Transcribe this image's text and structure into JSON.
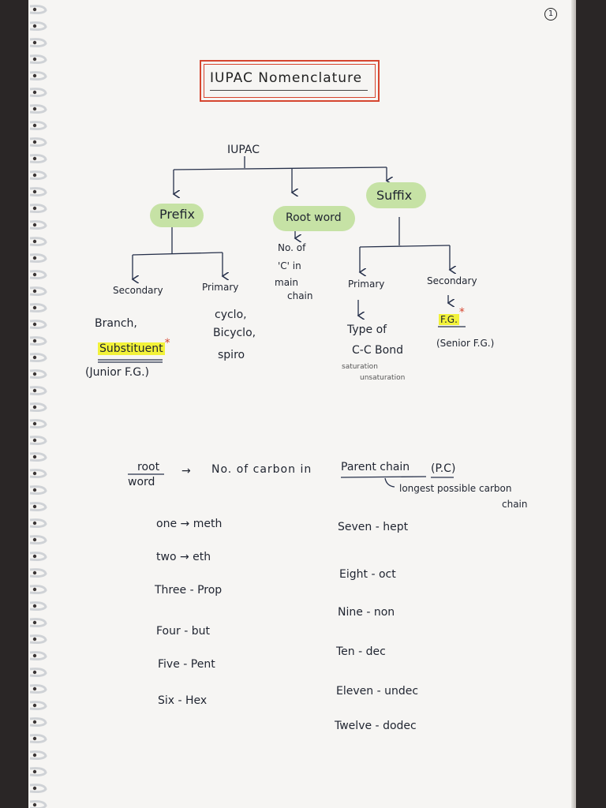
{
  "page_number": "1",
  "title": "IUPAC Nomenclature",
  "tree": {
    "root": "IUPAC",
    "prefix": {
      "label": "Prefix",
      "secondary": {
        "label": "Secondary",
        "items": [
          "Branch,",
          "Substituent",
          "(Junior F.G.)"
        ]
      },
      "primary": {
        "label": "Primary",
        "items": [
          "cyclo,",
          "Bicyclo,",
          "spiro"
        ]
      }
    },
    "root_word": {
      "label": "Root word",
      "items": [
        "No. of",
        "'C' in",
        "main",
        "chain"
      ]
    },
    "suffix": {
      "label": "Suffix",
      "primary": {
        "label": "Primary",
        "items": [
          "Type of",
          "C-C Bond",
          "saturation",
          "unsaturation"
        ]
      },
      "secondary": {
        "label": "Secondary",
        "items": [
          "F.G.",
          "(Senior F.G.)"
        ]
      }
    },
    "star": "*"
  },
  "definition": {
    "term_top": "root",
    "term_bottom": "word",
    "arrow": "→",
    "text": "No. of carbon in",
    "parent_chain": "Parent chain",
    "abbr": "(P.C)",
    "note_line1": "longest possible carbon",
    "note_line2": "chain"
  },
  "root_words_left": [
    {
      "number": "one",
      "sep": "→",
      "root": "meth"
    },
    {
      "number": "two",
      "sep": "→",
      "root": "eth"
    },
    {
      "number": "Three",
      "sep": "-",
      "root": "Prop"
    },
    {
      "number": "Four",
      "sep": "-",
      "root": "but"
    },
    {
      "number": "Five",
      "sep": "-",
      "root": "Pent"
    },
    {
      "number": "Six",
      "sep": "-",
      "root": "Hex"
    }
  ],
  "root_words_right": [
    {
      "number": "Seven",
      "sep": "-",
      "root": "hept"
    },
    {
      "number": "Eight",
      "sep": "-",
      "root": "oct"
    },
    {
      "number": "Nine",
      "sep": "-",
      "root": "non"
    },
    {
      "number": "Ten",
      "sep": "-",
      "root": "dec"
    },
    {
      "number": "Eleven",
      "sep": "-",
      "root": "undec"
    },
    {
      "number": "Twelve",
      "sep": "-",
      "root": "dodec"
    }
  ]
}
